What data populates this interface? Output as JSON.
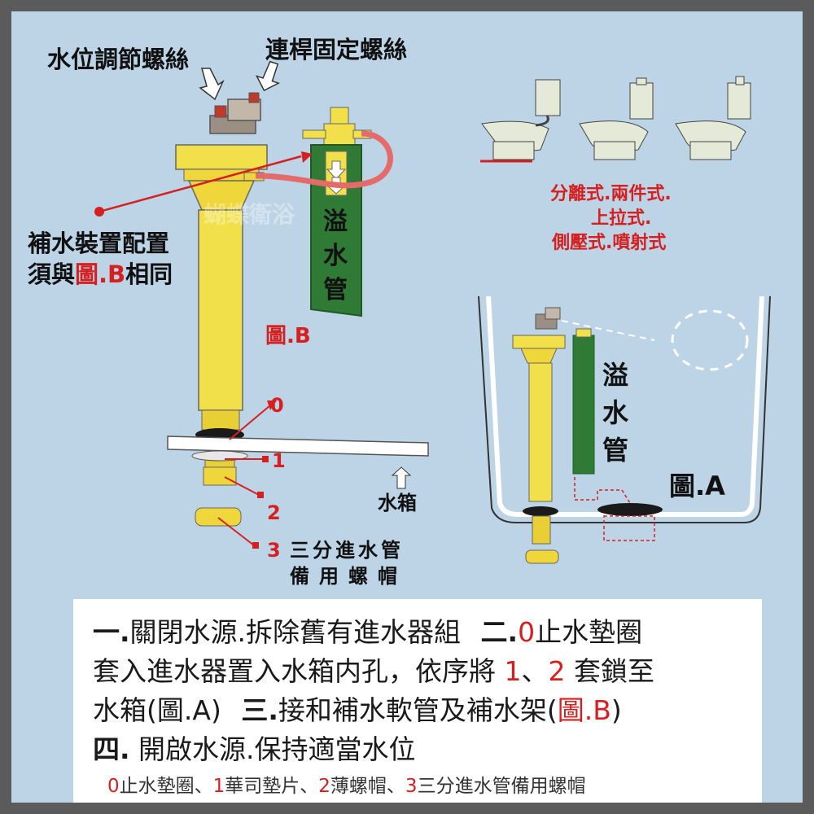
{
  "labels": {
    "water_level_screw": "水位調節螺絲",
    "rod_fixing_screw": "連桿固定螺絲",
    "refill_note_line1": "補水裝置配置",
    "refill_note_line2_a": "須與",
    "refill_note_line2_b": "圖.B",
    "refill_note_line2_c": "相同",
    "fig_b": "圖.B",
    "fig_a": "圖.A",
    "overflow_pipe_chars": [
      "溢",
      "水",
      "管"
    ],
    "overflow_pipe_chars_a": [
      "溢",
      "水",
      "管"
    ],
    "tank": "水箱",
    "marker_0": "0",
    "marker_1": "1",
    "marker_2": "2",
    "marker_3": "3",
    "spare_cap_line1": "三分進水管",
    "spare_cap_line2": "備用螺帽",
    "toilet_types_line1": "分離式.兩件式.",
    "toilet_types_line2": "上拉式.",
    "toilet_types_line3": "側壓式.噴射式",
    "watermark": "蝴蝶衛浴"
  },
  "instructions": {
    "step1_num": "一.",
    "step1_text": "關閉水源.拆除舊有進水器組",
    "step2_num": "二.",
    "step2_a": "0",
    "step2_b": "止水墊圈",
    "line2_a": "套入進水器置入水箱内孔，依序將 ",
    "line2_1": "1",
    "line2_sep": "、",
    "line2_2": "2",
    "line2_b": " 套鎖至",
    "line3_a": "水箱(圖.A)",
    "step3_num": "三.",
    "step3_text": "接和補水軟管及補水架(",
    "step3_ref": "圖.B",
    "step3_close": ")",
    "step4_num": "四.",
    "step4_text": "開啟水源.保持適當水位",
    "legend_0": "0",
    "legend_0_text": "止水墊圈、",
    "legend_1": "1",
    "legend_1_text": "華司墊片、",
    "legend_2": "2",
    "legend_2_text": "薄螺帽、",
    "legend_3": "3",
    "legend_3_text": "三分進水管備用螺帽"
  },
  "colors": {
    "background": "#bcd4e6",
    "valve_yellow": "#f2e04a",
    "overflow_green": "#2f7a35",
    "accent_red": "#d62020",
    "hose_pink": "#e56a6a"
  }
}
